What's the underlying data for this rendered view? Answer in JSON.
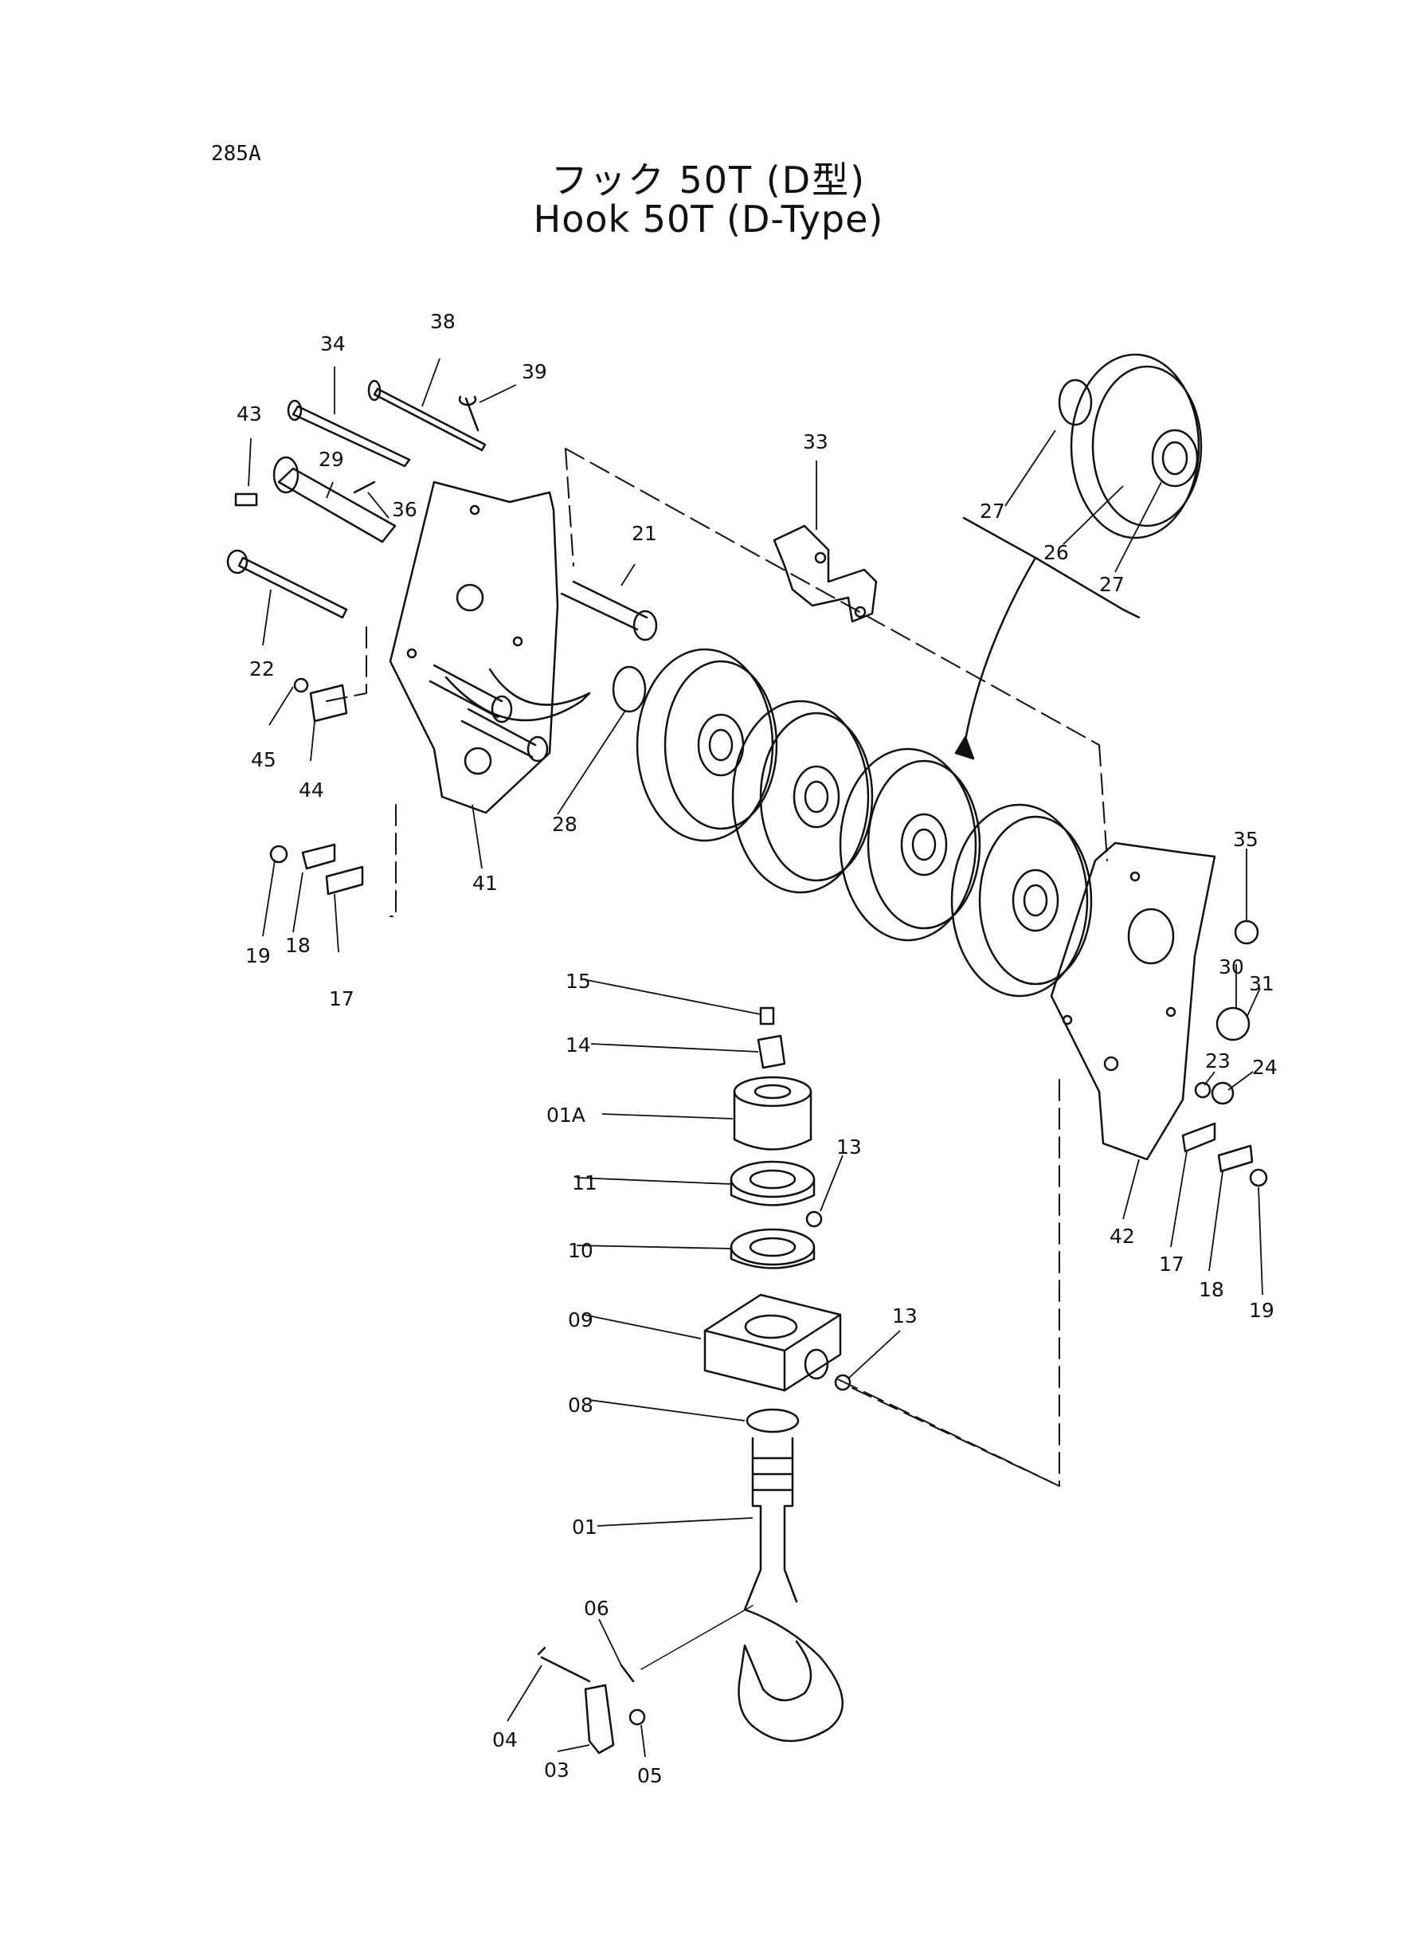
{
  "page_code": "285A",
  "title": {
    "ja": "フック 50T (D型)",
    "en": "Hook 50T (D-Type)"
  },
  "callouts": [
    "34",
    "38",
    "39",
    "43",
    "29",
    "36",
    "21",
    "33",
    "27",
    "26",
    "27",
    "22",
    "45",
    "44",
    "28",
    "41",
    "19",
    "18",
    "17",
    "35",
    "30",
    "31",
    "15",
    "14",
    "01A",
    "11",
    "13",
    "10",
    "09",
    "13",
    "08",
    "01",
    "06",
    "04",
    "03",
    "05",
    "23",
    "24",
    "42",
    "17",
    "18",
    "19"
  ]
}
